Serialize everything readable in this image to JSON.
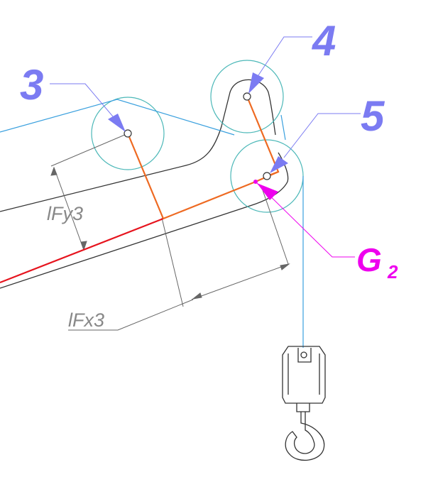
{
  "callouts": {
    "pulley_3": "3",
    "pulley_4": "4",
    "pulley_5": "5",
    "cog": "G",
    "cog_subscript": "2"
  },
  "dimensions": {
    "fy": "lFy3",
    "fx": "lFx3"
  },
  "colors": {
    "callout_blue": "#7b7bf2",
    "cog_magenta": "#ee00ee",
    "cable": "#3aa0de",
    "pulley_circle": "#4cb8b8",
    "arm_orange": "#ee6a22",
    "boom_red": "#e6141e",
    "outline": "#333333",
    "dimension": "#666666",
    "dim_text": "#888888"
  }
}
